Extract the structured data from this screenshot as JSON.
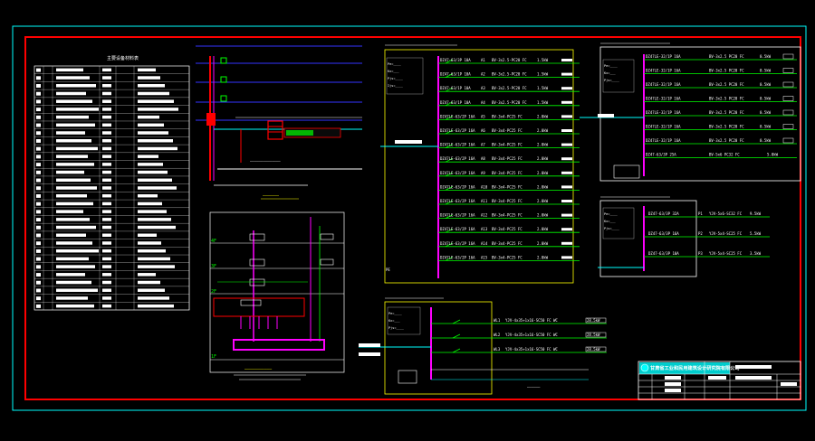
{
  "colors": {
    "background": "#000000",
    "frame_red": "#ff0000",
    "cyan": "#00ffff",
    "magenta": "#ff00ff",
    "green": "#00ff00",
    "white": "#ffffff",
    "yellow": "#ffff00",
    "blue": "#0000ff"
  },
  "legend_table": {
    "title": "主要设备材料表"
  },
  "main_panel": {
    "rows": [
      {
        "breaker": "DZ47-63/3P 10A",
        "circuit": "A1",
        "cable": "BV-3x2.5-PC20 FC",
        "load": "1.5kW"
      },
      {
        "breaker": "DZ47-63/1P 10A",
        "circuit": "A2",
        "cable": "BV-3x2.5-PC20 FC",
        "load": "1.5kW"
      },
      {
        "breaker": "DZ47-63/1P 10A",
        "circuit": "A3",
        "cable": "BV-3x2.5-PC20 FC",
        "load": "1.5kW"
      },
      {
        "breaker": "DZ47-63/1P 10A",
        "circuit": "A4",
        "cable": "BV-3x2.5-PC20 FC",
        "load": "1.5kW"
      },
      {
        "breaker": "DZ47LE-63/2P 16A",
        "circuit": "A5",
        "cable": "BV-3x4-PC25 FC",
        "load": "2.0kW"
      },
      {
        "breaker": "DZ47LE-63/2P 16A",
        "circuit": "A6",
        "cable": "BV-3x4-PC25 FC",
        "load": "2.0kW"
      },
      {
        "breaker": "DZ47LE-63/2P 16A",
        "circuit": "A7",
        "cable": "BV-3x4-PC25 FC",
        "load": "2.0kW"
      },
      {
        "breaker": "DZ47LE-63/2P 16A",
        "circuit": "A8",
        "cable": "BV-3x4-PC25 FC",
        "load": "2.0kW"
      },
      {
        "breaker": "DZ47LE-63/2P 16A",
        "circuit": "A9",
        "cable": "BV-3x4-PC25 FC",
        "load": "2.0kW"
      },
      {
        "breaker": "DZ47LE-63/2P 16A",
        "circuit": "A10",
        "cable": "BV-3x4-PC25 FC",
        "load": "2.0kW"
      },
      {
        "breaker": "DZ47LE-63/2P 16A",
        "circuit": "A11",
        "cable": "BV-3x4-PC25 FC",
        "load": "2.0kW"
      },
      {
        "breaker": "DZ47LE-63/2P 16A",
        "circuit": "A12",
        "cable": "BV-3x4-PC25 FC",
        "load": "2.0kW"
      },
      {
        "breaker": "DZ47LE-63/2P 16A",
        "circuit": "A13",
        "cable": "BV-3x4-PC25 FC",
        "load": "2.0kW"
      },
      {
        "breaker": "DZ47LE-63/2P 16A",
        "circuit": "A14",
        "cable": "BV-3x4-PC25 FC",
        "load": "2.0kW"
      },
      {
        "breaker": "DZ47LE-63/2P 16A",
        "circuit": "A15",
        "cable": "BV-3x4-PC25 FC",
        "load": "2.0kW"
      }
    ]
  },
  "right_top_panel": {
    "rows": [
      {
        "breaker": "DZ47LE-32/1P 16A",
        "cable": "BV-3x2.5 PC20 FC",
        "load": "0.5kW"
      },
      {
        "breaker": "DZ47LE-32/1P 16A",
        "cable": "BV-3x2.5 PC20 FC",
        "load": "0.5kW"
      },
      {
        "breaker": "DZ47LE-32/1P 16A",
        "cable": "BV-3x2.5 PC20 FC",
        "load": "0.5kW"
      },
      {
        "breaker": "DZ47LE-32/1P 16A",
        "cable": "BV-3x2.5 PC20 FC",
        "load": "0.5kW"
      },
      {
        "breaker": "DZ47LE-32/1P 16A",
        "cable": "BV-3x2.5 PC20 FC",
        "load": "0.5kW"
      },
      {
        "breaker": "DZ47LE-32/1P 16A",
        "cable": "BV-3x2.5 PC20 FC",
        "load": "0.5kW"
      },
      {
        "breaker": "DZ47LE-32/1P 16A",
        "cable": "BV-3x2.5 PC20 FC",
        "load": "0.5kW"
      }
    ],
    "last_row": {
      "breaker": "DZ47-63/3P 25A",
      "cable": "BV-5x6 PC32 FC",
      "load": "5.0kW"
    }
  },
  "right_mid_panel": {
    "rows": [
      {
        "breaker": "DZ47-63/3P 32A",
        "circuit": "P1",
        "cable": "YJV-5x6-SC32 FC",
        "load": "9.5kW"
      },
      {
        "breaker": "DZ47-63/3P 16A",
        "circuit": "P2",
        "cable": "YJV-5x4-SC25 FC",
        "load": "5.5kW"
      },
      {
        "breaker": "DZ47-63/3P 10A",
        "circuit": "P3",
        "cable": "YJV-5x4-SC25 FC",
        "load": "3.5kW"
      }
    ]
  },
  "bottom_panel": {
    "rows": [
      {
        "circuit": "WL1",
        "cable": "YJV-4x35+1x16-SC50 FC WC",
        "load": "28.5kW"
      },
      {
        "circuit": "WL2",
        "cable": "YJV-4x35+1x16-SC50 FC WC",
        "load": "28.5kW"
      },
      {
        "circuit": "WL3",
        "cable": "YJV-4x35+1x16-SC50 FC WC",
        "load": "28.5kW"
      }
    ]
  },
  "riser": {
    "floors": [
      "4F",
      "3F",
      "2F",
      "1F"
    ]
  },
  "company": {
    "name": "甘肃省工业和民用建筑设计研究院有限公司"
  }
}
